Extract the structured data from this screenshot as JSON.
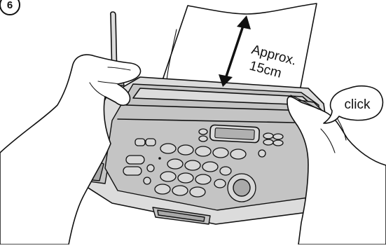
{
  "step_number": "6",
  "distance_label": {
    "line1": "Approx.",
    "line2": "15cm"
  },
  "sound_label": "click",
  "colors": {
    "outline": "#111111",
    "device_body": "#dcdcdc",
    "device_panel": "#c4c4c4",
    "paper": "#ffffff"
  }
}
